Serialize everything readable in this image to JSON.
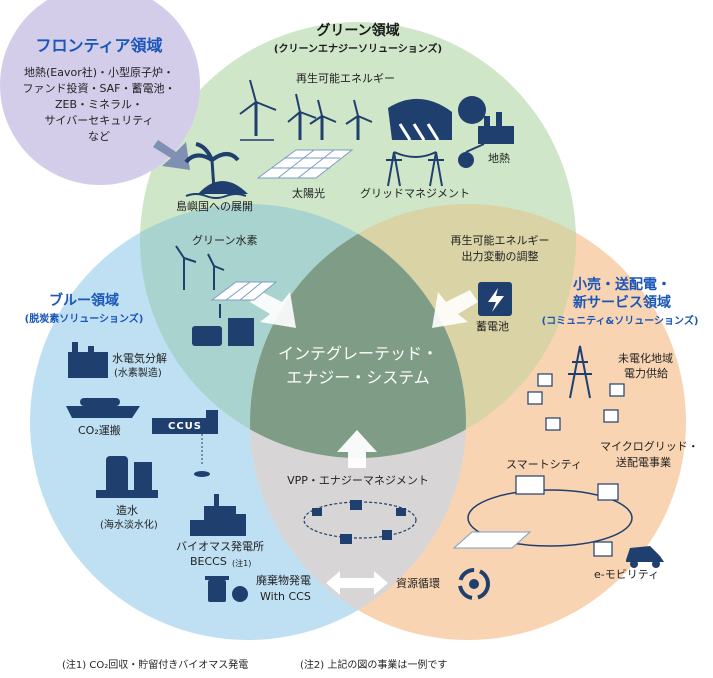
{
  "frontier": {
    "title": "フロンティア領域",
    "lines": [
      "地熱(Eavor社)・小型原子炉・",
      "ファンド投資・SAF・蓄電池・",
      "ZEB・ミネラル・",
      "サイバーセキュリティ",
      "など"
    ]
  },
  "green": {
    "title": "グリーン領域",
    "subtitle": "(クリーンエナジーソリューションズ)",
    "renewable": "再生可能エネルギー",
    "island": "島嶼国への展開",
    "solar": "太陽光",
    "grid": "グリッドマネジメント",
    "geothermal": "地熱",
    "hydrogen": "グリーン水素"
  },
  "overlap_green_orange": {
    "line1": "再生可能エネルギー",
    "line2": "出力変動の調整",
    "battery": "蓄電池"
  },
  "blue": {
    "title": "ブルー領域",
    "subtitle": "(脱炭素ソリューションズ)",
    "electrolysis": "水電気分解",
    "electrolysis_sub": "(水素製造)",
    "co2_transport": "CO₂運搬",
    "ccus": "CCUS",
    "desal": "造水",
    "desal_sub": "(海水淡水化)",
    "biomass": "バイオマス発電所",
    "beccs": "BECCS",
    "beccs_note": "(注1)",
    "waste": "廃棄物発電",
    "with_ccs": "With CCS"
  },
  "orange": {
    "title_line1": "小売・送配電・",
    "title_line2": "新サービス領域",
    "subtitle": "(コミュニティ&ソリューションズ)",
    "unelectrified": "未電化地域",
    "power_supply": "電力供給",
    "microgrid": "マイクログリッド・",
    "distribution": "送配電事業",
    "smart_city": "スマートシティ",
    "e_mobility": "e-モビリティ",
    "recycling": "資源循環"
  },
  "center": {
    "line1": "インテグレーテッド・",
    "line2": "エナジー・システム",
    "vpp": "VPP・エナジーマネジメント"
  },
  "footnotes": {
    "note1": "(注1) CO₂回収・貯留付きバイオマス発電",
    "note2": "(注2) 上記の図の事業は一例です"
  },
  "colors": {
    "green_circle": "#cfe6c8",
    "blue_circle": "#bfe0f3",
    "orange_circle": "#f9d4b2",
    "frontier_circle": "#d3cdea",
    "center_region": "#7f9d86",
    "icon_navy": "#1f3f6e",
    "title_blue": "#1a56b8"
  }
}
